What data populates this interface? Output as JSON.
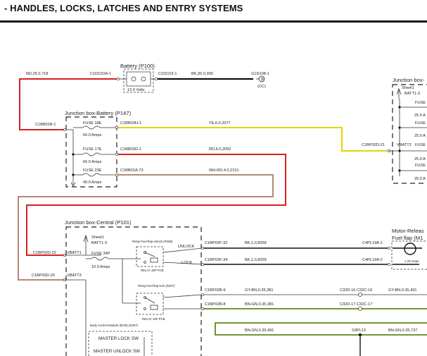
{
  "page": {
    "title": "- HANDLES, LOCKS, LATCHES AND ENTRY SYSTEMS"
  },
  "colors": {
    "red": "#d62020",
    "yellow": "#e3d400",
    "brown": "#b48a72",
    "green": "#5b8a1a",
    "black": "#111111"
  },
  "battery": {
    "name": "Battery (P100)",
    "rating": "12.0 Volts",
    "conn_left": "C1DC02A-1",
    "conn_right": "C1DC03-1",
    "wire_red": "RD,25.0,718",
    "wire_black": "BK,35.0,300",
    "ground_id": "G1D108-1",
    "ground_code": "(CC)"
  },
  "jb_battery": {
    "name": "Junction box-Battery (P147)",
    "input": "C1BB01B-1",
    "fuses": [
      {
        "name": "FUSE 18E",
        "rating": "60.0 Amps",
        "conn": "C1BB03H-1",
        "wire": "YE,6.0,2077"
      },
      {
        "name": "FUSE 17E",
        "rating": "60.0 Amps",
        "conn": "C1BB03G-1",
        "wire": "RD,6.0,2092"
      },
      {
        "name": "FUSE 23E",
        "rating": "40.0 Amps",
        "conn": "C1BB01A-73",
        "wire": "WH-RD,4.0,2151"
      }
    ]
  },
  "jb_central": {
    "name": "Junction box-Central (P101)",
    "sheet": "Sheet1",
    "batt": "BATT1-3",
    "vbatt1_conn": "C1BP02D-22",
    "vbatt1": "VBATT1",
    "vbatt3_conn": "C1BP02D-20",
    "vbatt3": "VBATT3",
    "fuse": "FUSE 34P",
    "fuse_rating": "10.0 Amps",
    "relay_unlock": "Relay-Fuel-flap-unlock (R258)",
    "relay_lock": "Relay-Fuel-flap-lock (R257)",
    "relay_unlock_sub": "RELAY 16P PCB",
    "relay_lock_sub": "RELAY 15P PCB",
    "unlock": "UNLOCK",
    "lock": "LOCK"
  },
  "outputs": [
    {
      "conn": "C1BP02F-32",
      "wire": "BK,1.0,8259",
      "dest": "C4PL19A-1"
    },
    {
      "conn": "C1BP02F-34",
      "wire": "BK,1.0,8259",
      "dest": "C4PL19A-2"
    },
    {
      "conn": "C1BP02B-9",
      "wire": "GY-BN,0.35,381",
      "mid": "C32D-16 C32C-16",
      "wire2": "GY-BN,0.35,431"
    },
    {
      "conn": "C1BP02B-8",
      "wire": "BN-GN,0.35,381",
      "mid": "C32D-17 C32C-17"
    }
  ],
  "splice": {
    "wire_left": "BN-GN,0.35,491",
    "id": "S3PL13",
    "wire_right": "BN-GN,0.35,737"
  },
  "bcm": {
    "name": "Body Control Module (BCM) (D207)",
    "sw_lock": "MASTER LOCK SW",
    "sw_unlock": "MASTER UNLOCK SW"
  },
  "jb_right": {
    "name": "Junction box-",
    "sheet": "Sheet1",
    "batt": "BATT1-3",
    "in_conn": "C1BP02D-21",
    "vbatt": "VBATT2",
    "fuses": [
      {
        "name": "FUSE",
        "rating": "25.0 A"
      },
      {
        "name": "FUSE",
        "rating": "25.0 A"
      },
      {
        "name": "FUSE",
        "rating": "25.0 A"
      },
      {
        "name": "FUSE",
        "rating": "25.0 A"
      }
    ]
  },
  "motor": {
    "name": "Motor-Releas",
    "name2": "Fuel flap (M1",
    "rating": "1.20 Amps"
  }
}
